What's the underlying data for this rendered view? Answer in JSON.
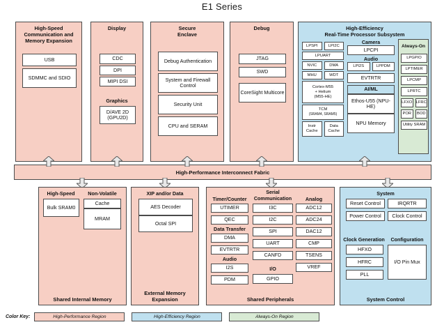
{
  "title": "E1 Series",
  "fabric": {
    "label": "High-Performance Interconnect Fabric"
  },
  "top_row": {
    "comm": {
      "title": "High-Speed\nCommunication and\nMemory Expansion",
      "title_lines": [
        "High-Speed",
        "Communication and",
        "Memory Expansion"
      ],
      "items": [
        "USB",
        "SDMMC and SDIO"
      ]
    },
    "display": {
      "title": "Display",
      "items": [
        "CDC",
        "DPI",
        "MIPI DSI"
      ],
      "graphics_label": "Graphics",
      "graphics_items": [
        "D/AVE 2D (GPU2D)"
      ]
    },
    "secure": {
      "title_lines": [
        "Secure",
        "Enclave"
      ],
      "items": [
        "Debug Authentication",
        "System and Firewall Control",
        "Security Unit",
        "CPU and SERAM"
      ]
    },
    "debug": {
      "title": "Debug",
      "items": [
        "JTAG",
        "SWD",
        "CoreSight Multicore"
      ]
    },
    "he_subsystem": {
      "title_lines": [
        "High-Efficiency",
        "Real-Time Processor Subsystem"
      ],
      "core_col": {
        "pair1": [
          "LPSPI",
          "LPI2C"
        ],
        "uart": "LPUART",
        "pair2": [
          "NVIC",
          "DMA"
        ],
        "pair3": [
          "MHU",
          "WDT"
        ],
        "cortex_lines": [
          "Cortex-M55",
          "+ Helium",
          "(M55-HE)"
        ],
        "tcm_lines": [
          "TCM",
          "(SRAM4, SRAM5)"
        ],
        "caches": [
          "Instr Cache",
          "Data Cache"
        ]
      },
      "mid_col": {
        "camera_label": "Camera",
        "camera_items": [
          "LPCPI"
        ],
        "audio_label": "Audio",
        "audio_items": [
          "LPI2S",
          "LPPDM"
        ],
        "evtrtr": "EVTRTR",
        "aiml_label": "AI/ML",
        "aiml_items": [
          "Ethos-U55 (NPU-HE)",
          "NPU Memory"
        ]
      },
      "always_on": {
        "title": "Always-On",
        "items_single": [
          "LPGPIO",
          "LPTIMER",
          "LPCMP",
          "LPRTC"
        ],
        "items_pairs": [
          [
            "LFXO",
            "LFRC"
          ],
          [
            "POR",
            "BOD"
          ]
        ],
        "items_last": [
          "Utility SRAM"
        ]
      }
    }
  },
  "bottom_row": {
    "memory": {
      "bottom_title": "Shared Internal Memory",
      "col1_label": "High-Speed",
      "col1_items": [
        "Bulk SRAM0"
      ],
      "col2_label": "Non-Volatile",
      "col2_items": [
        "Cache",
        "MRAM"
      ]
    },
    "external": {
      "bottom_title_lines": [
        "External Memory",
        "Expansion"
      ],
      "label": "XIP and/or Data",
      "items": [
        "AES Decoder",
        "Octal SPI"
      ]
    },
    "peripherals": {
      "bottom_title": "Shared Peripherals",
      "col1_label": "Timer/Counter",
      "col1_items": [
        "UTIMER",
        "QEC"
      ],
      "col1_label2": "Data Transfer",
      "col1_items2": [
        "DMA",
        "EVTRTR"
      ],
      "col1_label3": "Audio",
      "col1_items3": [
        "I2S",
        "PDM"
      ],
      "col2_label_lines": [
        "Serial",
        "Communication"
      ],
      "col2_items": [
        "I3C",
        "I2C",
        "SPI",
        "UART",
        "CANFD"
      ],
      "col2_label2": "I/O",
      "col2_items2": [
        "GPIO"
      ],
      "col3_label": "Analog",
      "col3_items": [
        "ADC12",
        "ADC24",
        "DAC12",
        "CMP",
        "TSENS",
        "VREF"
      ]
    },
    "system": {
      "bottom_title": "System Control",
      "label": "System",
      "items_grid": [
        [
          "Reset Control",
          "IRQRTR"
        ],
        [
          "Power Control",
          "Clock Control"
        ]
      ],
      "clockgen_label": "Clock Generation",
      "clockgen_items": [
        "HFXO",
        "HFRC",
        "PLL"
      ],
      "config_label": "Configuration",
      "config_items": [
        "I/O Pin Mux"
      ]
    }
  },
  "legend": {
    "label": "Color Key:",
    "keys": [
      {
        "text": "High-Performance Region",
        "color": "#f7cfc4"
      },
      {
        "text": "High-Efficiency Region",
        "color": "#bfe0ef"
      },
      {
        "text": "Always-On Region",
        "color": "#d8ead4"
      }
    ]
  },
  "colors": {
    "high_performance": "#f7cfc4",
    "high_efficiency": "#bfe0ef",
    "always_on": "#d8ead4",
    "border": "#4a4a4a",
    "arrow_fill": "#e8e8e8"
  }
}
